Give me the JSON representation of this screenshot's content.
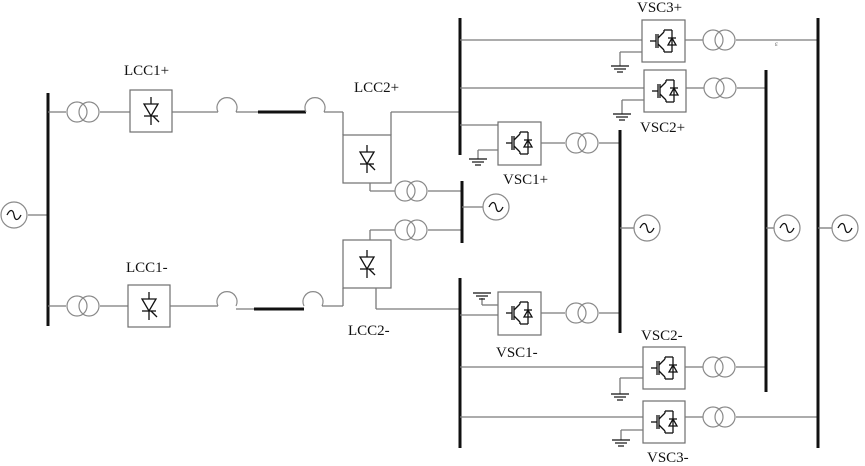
{
  "labels": {
    "lcc1_pos": "LCC1+",
    "lcc1_neg": "LCC1-",
    "lcc2_pos": "LCC2+",
    "lcc2_neg": "LCC2-",
    "vsc1_pos": "VSC1+",
    "vsc1_neg": "VSC1-",
    "vsc2_pos": "VSC2+",
    "vsc2_neg": "VSC2-",
    "vsc3_pos": "VSC3+",
    "vsc3_neg": "VSC3-",
    "small_mark": "ε"
  },
  "colors": {
    "wire": "#7a7a7a",
    "bus": "#111111",
    "background": "#ffffff"
  }
}
